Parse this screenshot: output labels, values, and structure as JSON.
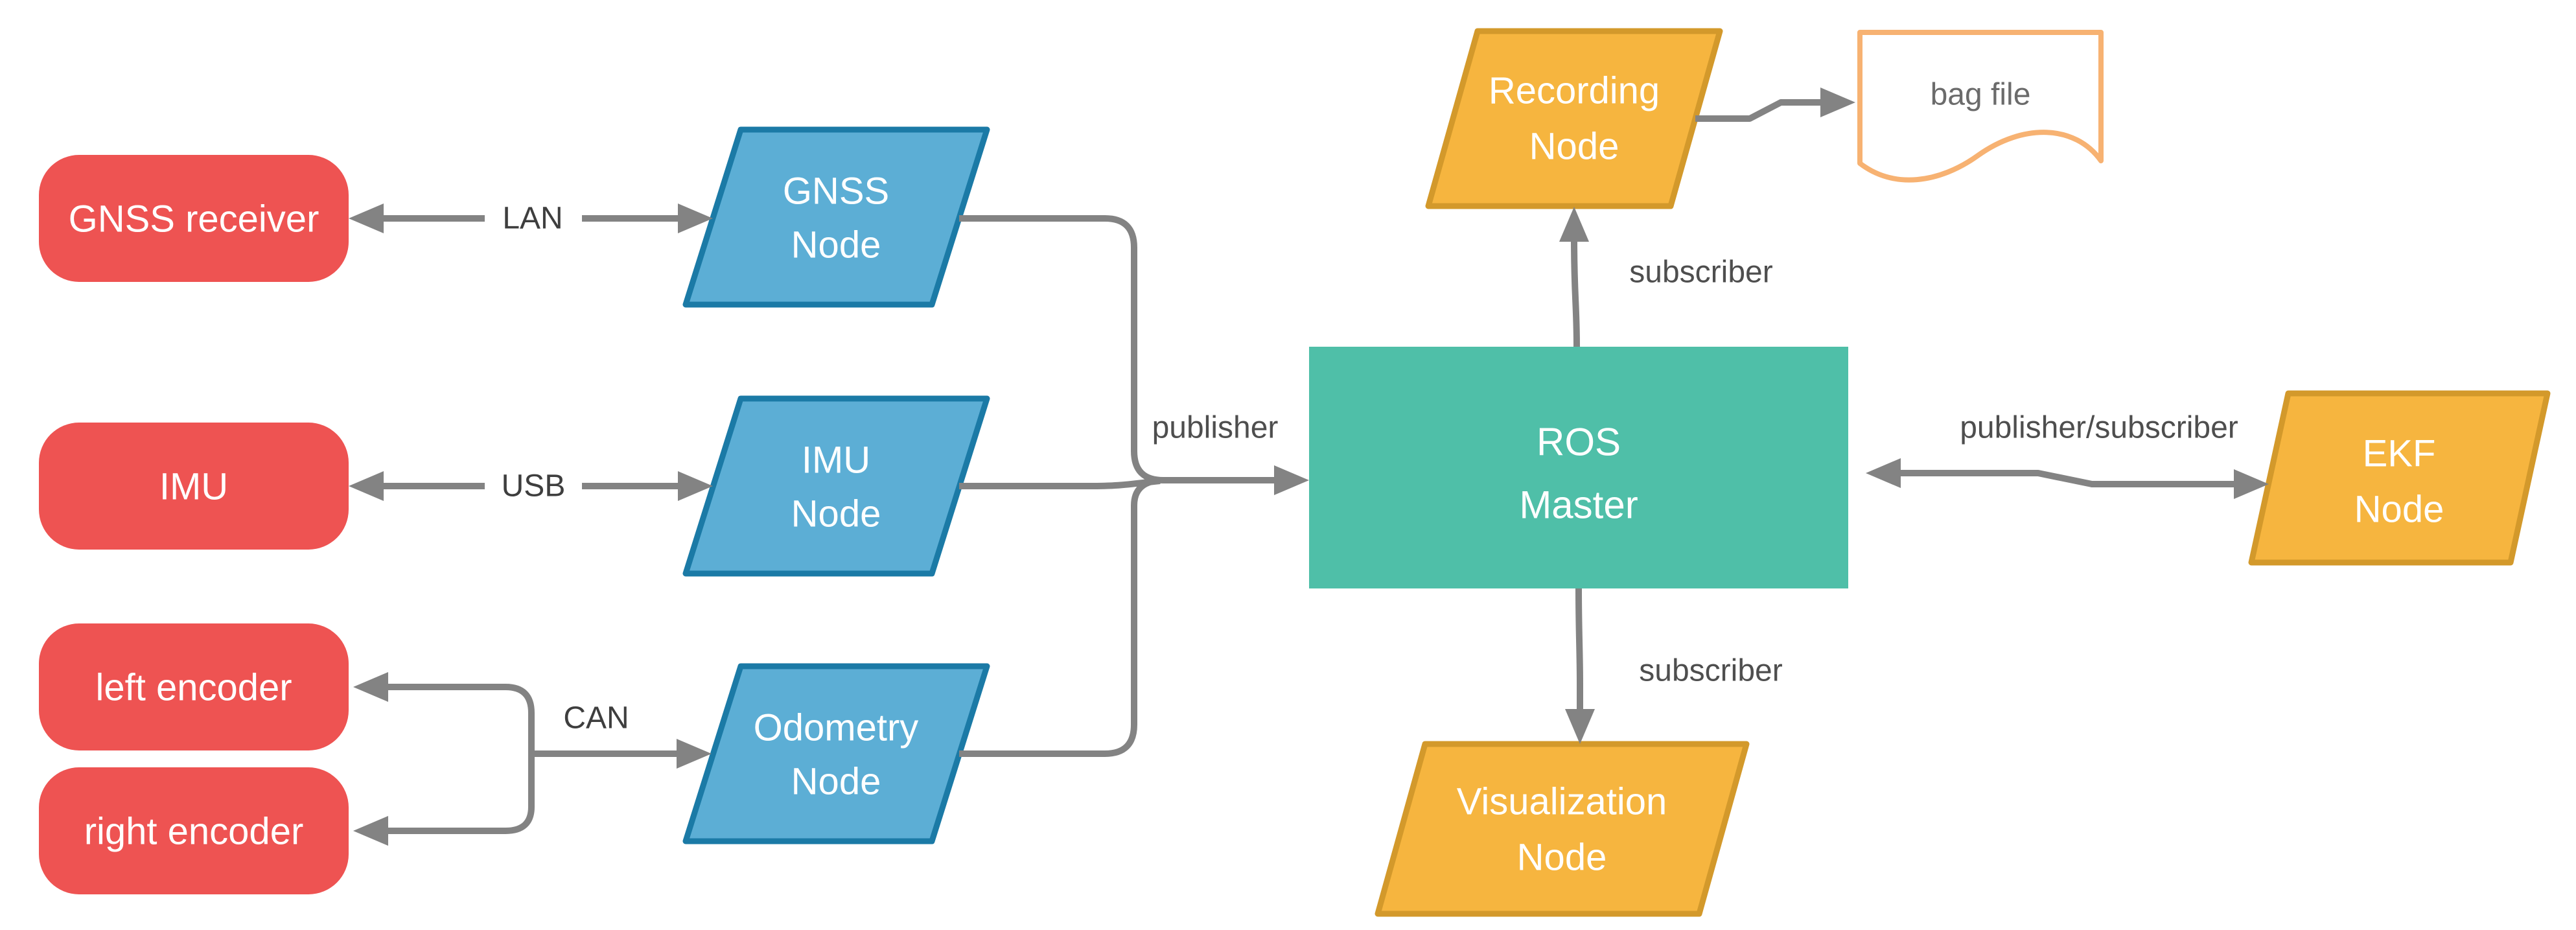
{
  "diagram": {
    "type": "flow-diagram",
    "topic": "ROS sensor / node architecture"
  },
  "colors": {
    "background": "#FFFFFF",
    "sensor_red": "#EE5352",
    "driver_blue_fill": "#5CAED5",
    "driver_blue_border": "#1B7AA6",
    "master_teal": "#4FBFA8",
    "consumer_orange_fill": "#F6B53F",
    "consumer_orange_border": "#D3992B",
    "bagfile_border": "#F7B272",
    "bagfile_fill": "#FFFFFF",
    "connector_gray": "#838383",
    "node_text": "#FFFFFF",
    "bus_label_text": "#3E3E3E",
    "connector_label_text": "#4E4E4E",
    "bagfile_text": "#6B6B6B"
  },
  "nodes": {
    "gnss_receiver": {
      "label": "GNSS receiver",
      "shape": "stadium",
      "color": "red"
    },
    "imu": {
      "label": "IMU",
      "shape": "stadium",
      "color": "red"
    },
    "left_encoder": {
      "label": "left encoder",
      "shape": "stadium",
      "color": "red"
    },
    "right_encoder": {
      "label": "right encoder",
      "shape": "stadium",
      "color": "red"
    },
    "gnss_node": {
      "line1": "GNSS",
      "line2": "Node",
      "shape": "parallelogram",
      "color": "blue"
    },
    "imu_node": {
      "line1": "IMU",
      "line2": "Node",
      "shape": "parallelogram",
      "color": "blue"
    },
    "odometry_node": {
      "line1": "Odometry",
      "line2": "Node",
      "shape": "parallelogram",
      "color": "blue"
    },
    "ros_master": {
      "line1": "ROS",
      "line2": "Master",
      "shape": "rectangle",
      "color": "teal"
    },
    "recording_node": {
      "line1": "Recording",
      "line2": "Node",
      "shape": "parallelogram",
      "color": "orange"
    },
    "bag_file": {
      "label": "bag file",
      "shape": "document",
      "color": "white"
    },
    "ekf_node": {
      "line1": "EKF",
      "line2": "Node",
      "shape": "parallelogram",
      "color": "orange"
    },
    "visualization_node": {
      "line1": "Visualization",
      "line2": "Node",
      "shape": "parallelogram",
      "color": "orange"
    }
  },
  "connectors": {
    "lan": {
      "label": "LAN",
      "from": "GNSS Node",
      "to": "GNSS receiver",
      "style": "double-arrow"
    },
    "usb": {
      "label": "USB",
      "from": "IMU Node",
      "to": "IMU",
      "style": "double-arrow"
    },
    "can": {
      "label": "CAN",
      "from": "encoders",
      "to": "Odometry Node",
      "style": "branched-arrow"
    },
    "publisher": {
      "label": "publisher",
      "from": "driver nodes",
      "to": "ROS Master"
    },
    "subscriber_recording": {
      "label": "subscriber",
      "from": "ROS Master",
      "to": "Recording Node"
    },
    "recording_to_bag": {
      "label": "",
      "from": "Recording Node",
      "to": "bag file"
    },
    "publisher_subscriber": {
      "label": "publisher/subscriber",
      "from": "ROS Master",
      "to": "EKF Node",
      "style": "double-arrow"
    },
    "subscriber_visualization": {
      "label": "subscriber",
      "from": "ROS Master",
      "to": "Visualization Node"
    }
  }
}
